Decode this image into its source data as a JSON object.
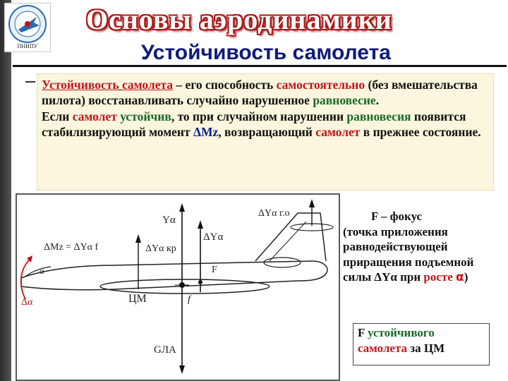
{
  "header": {
    "title": "Основы аэродинамики",
    "subtitle": "Устойчивость самолета",
    "logo_caption": "ПНИПУ"
  },
  "paragraph": {
    "s1": "Устойчивость",
    "s2": " ",
    "s3": "самолета",
    "s4": " – его способность ",
    "s5": "самостоятельно",
    "s6": " (без вмешательства пилота) восстанавливать случайно нарушенное ",
    "s7": "равновесие",
    "s8": ".",
    "s9": "Если ",
    "s10": "самолет",
    "s11": " ",
    "s12": "устойчив",
    "s13": ", то при случайном нарушении ",
    "s14": "равновесия",
    "s15": " появится стабилизирующий момент ",
    "s16": "ΔMz",
    "s17": ", возвращающий ",
    "s18": "самолет",
    "s19": " в прежнее состояние."
  },
  "diagram": {
    "label_ya": "Yα",
    "label_dya": "ΔYα",
    "label_dya_go": "ΔYα г.о",
    "label_ya_kr": "ΔYα кр",
    "label_moment": "ΔMz = ΔYα f",
    "label_f_point": "F",
    "label_cm": "ЦМ",
    "label_f_arm": "f",
    "label_dalpha": "Δα",
    "label_alpha": "α",
    "label_weight": "GЛА"
  },
  "focus": {
    "line1": "F – фокус",
    "line2": "(точка приложения равнодействующей приращения подъемной силы ",
    "dy": "ΔYα",
    "mid": " при ",
    "rost": "росте",
    "sp": " ",
    "alpha": "α",
    "close": ")"
  },
  "stable": {
    "p1": "F ",
    "p2": "устойчивого",
    "p3": " ",
    "p4": "самолета",
    "p5": " за ",
    "p6": "ЦМ"
  },
  "colors": {
    "title_outline": "#b01818",
    "subtitle": "#0f1a7a",
    "accent_red": "#c4141a",
    "accent_green": "#1a6a2a",
    "accent_blue": "#0f1a9a",
    "textbox_bg": "#fbf6dd"
  }
}
